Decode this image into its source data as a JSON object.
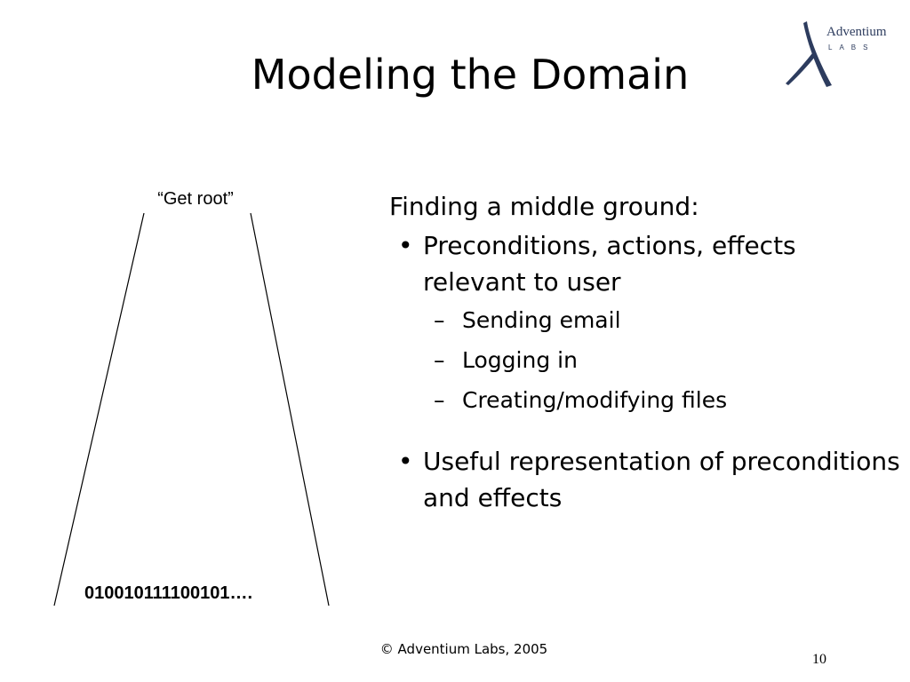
{
  "slide": {
    "title": "Modeling the Domain",
    "logo_text": "Adventium",
    "logo_subtext": "LABS"
  },
  "diagram": {
    "top_label": "“Get root”",
    "bottom_label": "010010111100101…."
  },
  "content": {
    "lead": "Finding a middle ground:",
    "bullets": [
      {
        "mark": "•",
        "text": "Preconditions, actions, effects relevant to user",
        "subs": [
          {
            "mark": "–",
            "text": "Sending email"
          },
          {
            "mark": "–",
            "text": "Logging in"
          },
          {
            "mark": "–",
            "text": "Creating/modifying files"
          }
        ]
      },
      {
        "mark": "•",
        "text": "Useful representation of preconditions and effects"
      }
    ]
  },
  "footer": {
    "copyright": "© Adventium Labs, 2005",
    "page_number": "10"
  },
  "colors": {
    "logo": "#2d3c5e",
    "text": "#000000",
    "background": "#ffffff"
  }
}
